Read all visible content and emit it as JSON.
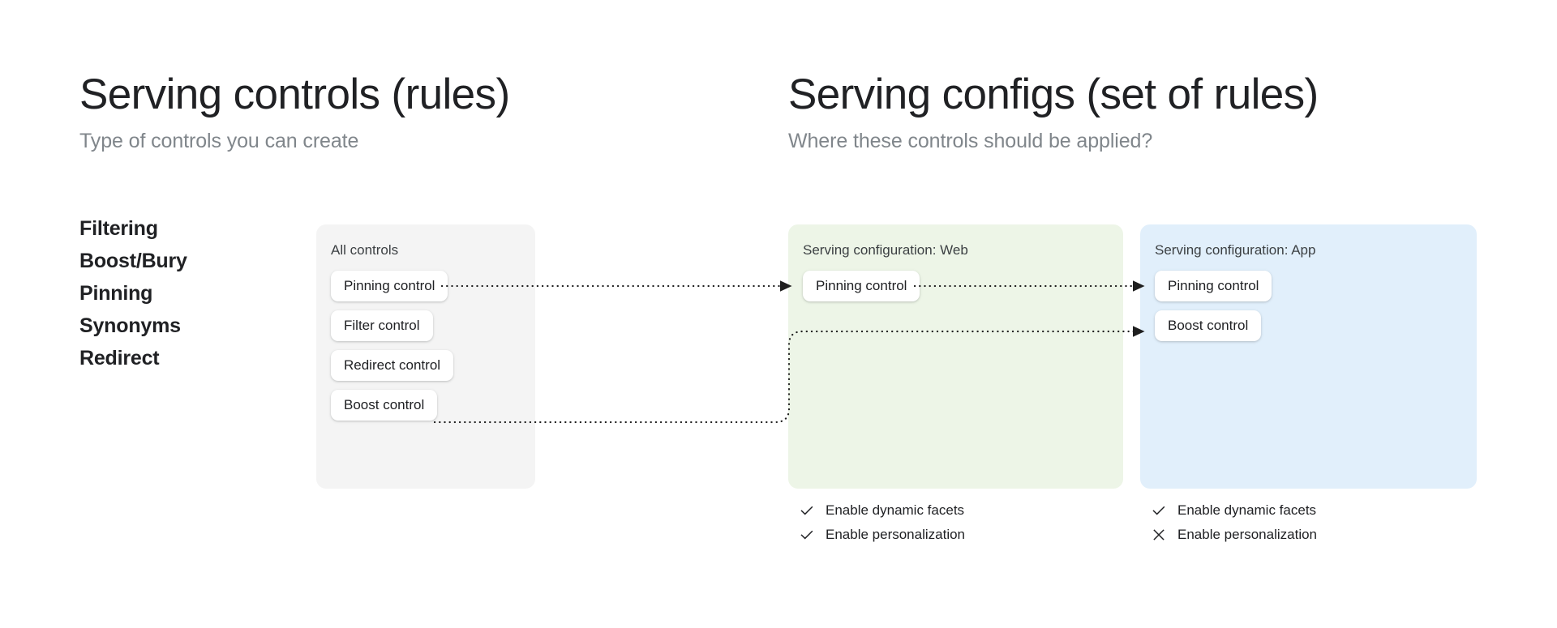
{
  "left": {
    "title": "Serving controls (rules)",
    "subtitle": "Type of controls you can create",
    "control_types": [
      "Filtering",
      "Boost/Bury",
      "Pinning",
      "Synonyms",
      "Redirect"
    ]
  },
  "right": {
    "title": "Serving configs (set of rules)",
    "subtitle": "Where these controls should be applied?"
  },
  "panels": {
    "all_controls": {
      "title": "All controls",
      "background": "#f4f4f4",
      "chips": [
        "Pinning control",
        "Filter control",
        "Redirect control",
        "Boost control"
      ]
    },
    "config_web": {
      "title": "Serving configuration: Web",
      "background": "#edf5e7",
      "chips": [
        "Pinning control"
      ],
      "options": [
        {
          "label": "Enable dynamic facets",
          "state": "check",
          "icon": "check-icon"
        },
        {
          "label": "Enable personalization",
          "state": "check",
          "icon": "check-icon"
        }
      ]
    },
    "config_app": {
      "title": "Serving configuration: App",
      "background": "#e1effb",
      "chips": [
        "Pinning control",
        "Boost control"
      ],
      "options": [
        {
          "label": "Enable dynamic facets",
          "state": "check",
          "icon": "check-icon"
        },
        {
          "label": "Enable personalization",
          "state": "cross",
          "icon": "cross-icon"
        }
      ]
    }
  },
  "connectors": [
    {
      "from": "all-controls.pinning-control",
      "to": "config-web.pinning-control",
      "style": "dotted",
      "arrow": true
    },
    {
      "from": "config-web.pinning-control",
      "to": "config-app.pinning-control",
      "style": "dotted",
      "arrow": true
    },
    {
      "from": "all-controls.boost-control",
      "to": "config-app.boost-control",
      "style": "dotted",
      "arrow": true
    }
  ],
  "colors": {
    "text_primary": "#202124",
    "text_secondary": "#80868b",
    "panel_gray": "#f4f4f4",
    "panel_green": "#edf5e7",
    "panel_blue": "#e1effb",
    "chip_white": "#ffffff",
    "connector": "#1f1f1f"
  }
}
